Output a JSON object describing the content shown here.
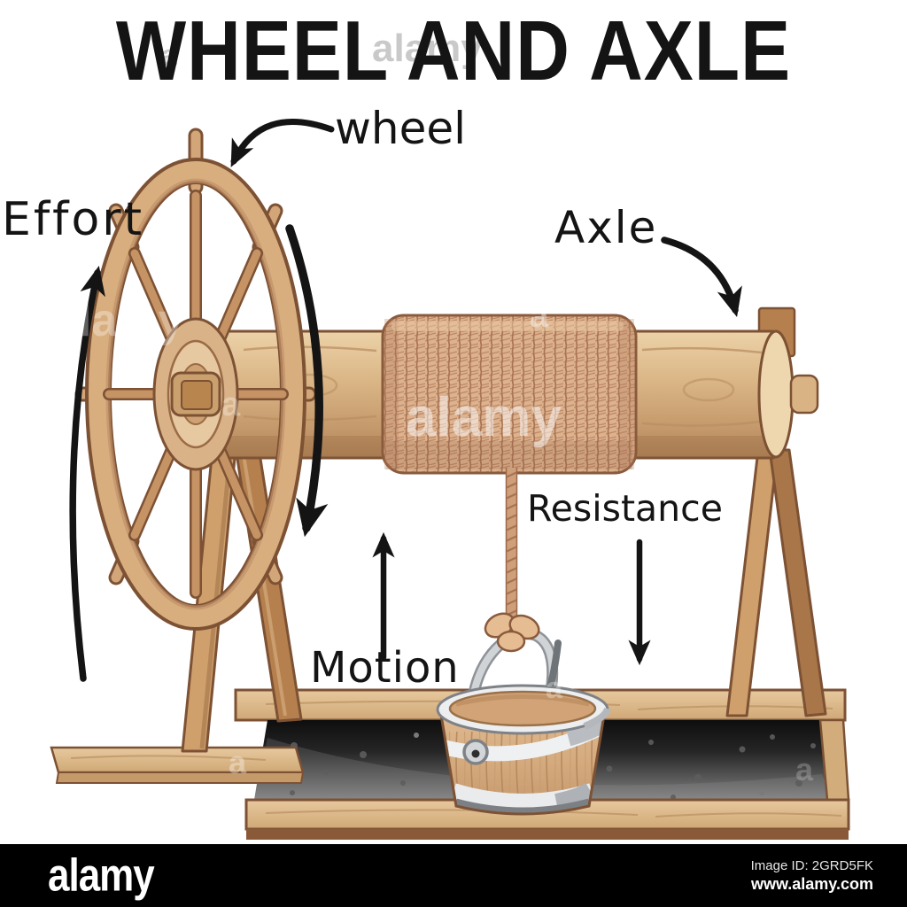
{
  "title": "WHEEL AND AXLE",
  "labels": {
    "wheel": "wheel",
    "effort": "Effort",
    "axle": "Axle",
    "resistance": "Resistance",
    "motion": "Motion"
  },
  "arrows": {
    "wheel": "curved-arrow-to-wheel",
    "effort": "long-up-arrow",
    "rotation": "downward-rotation-arc",
    "axle": "curved-arrow-to-axle",
    "resistance": "down-arrow",
    "motion": "up-arrow"
  },
  "watermark": {
    "brand": "alamy",
    "letter": "a"
  },
  "footer": {
    "brand": "alamy",
    "image_id": "Image ID: 2GRD5FK",
    "url": "www.alamy.com"
  },
  "colors": {
    "wood_light": "#e8cfa6",
    "wood_mid": "#d5ab7c",
    "wood_dark": "#7d5234",
    "wood_deep": "#b07c4e",
    "rope": "#dcb28f",
    "rope_shadow": "#a87454",
    "metal_light": "#e9ebed",
    "metal_dark": "#8f9398",
    "pit_top": "#0e0e0e",
    "pit_bottom": "#828282",
    "ink": "#141414",
    "footer_bg": "#000000"
  }
}
